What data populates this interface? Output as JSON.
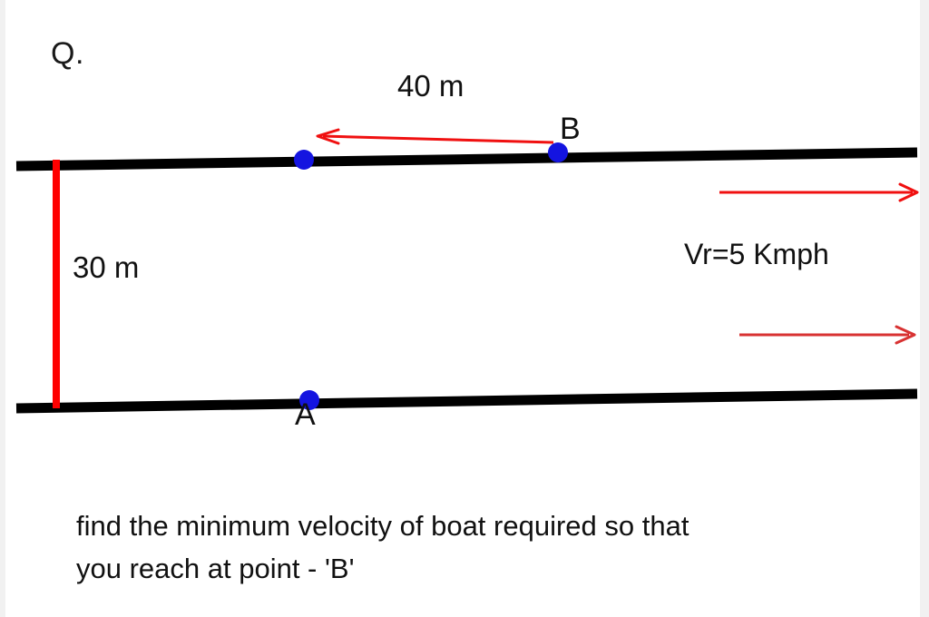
{
  "title": "River crossing boat problem",
  "prompt_marker": "Q.",
  "diagram": {
    "width_label": "30 m",
    "drift_label": "40 m",
    "river_velocity_label": "Vr=5 Kmph",
    "point_start_label": "A",
    "point_target_label": "B",
    "colors": {
      "bank_line": "#000000",
      "width_marker": "#FF0000",
      "flow_arrow": "#FF0000",
      "drift_arrow": "#FF0000",
      "point_marker": "#1414E0",
      "background": "#FFFFFF",
      "gutter": "#F1F1F1"
    },
    "icons": {
      "flow_arrow_top": "arrow-right-icon",
      "flow_arrow_bottom": "arrow-right-icon",
      "drift_arrow": "arrow-left-icon",
      "width_marker": "vertical-measure-icon"
    }
  },
  "question": {
    "line1": "find the minimum velocity of boat required so that",
    "line2": "you reach at point -  'B'"
  }
}
